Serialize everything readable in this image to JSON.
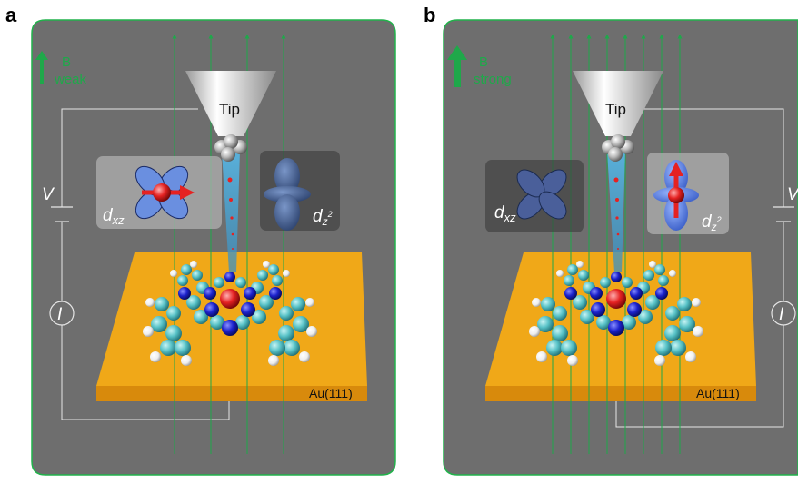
{
  "colors": {
    "panel": "#6e6e6e",
    "panel_border": "#21b24b",
    "field_line": "#1fa84a",
    "gold": "#f0a818",
    "tunnel": "#5aa8cf",
    "orbital_blue": "#6a8fe0",
    "electron_red": "#e52222",
    "carbon": "#59c3c8",
    "nitrogen": "#1c22cc",
    "hydrogen": "#ffffff"
  },
  "panels": [
    {
      "letter": "a",
      "field_label_1": "B",
      "field_label_2": "weak",
      "tip_label": "Tip",
      "voltage_symbol": "V",
      "current_symbol": "I",
      "substrate_label": "Au(111)",
      "orbital_left": {
        "main": "d",
        "sub": "xz"
      },
      "orbital_right": {
        "main": "d",
        "sub": "z",
        "sup": "2"
      },
      "field_line_count": 4,
      "active_orbital": "dxz"
    },
    {
      "letter": "b",
      "field_label_1": "B",
      "field_label_2": "strong",
      "tip_label": "Tip",
      "voltage_symbol": "V",
      "current_symbol": "I",
      "substrate_label": "Au(111)",
      "orbital_left": {
        "main": "d",
        "sub": "xz"
      },
      "orbital_right": {
        "main": "d",
        "sub": "z",
        "sup": "2"
      },
      "field_line_count": 8,
      "active_orbital": "dz2"
    }
  ]
}
